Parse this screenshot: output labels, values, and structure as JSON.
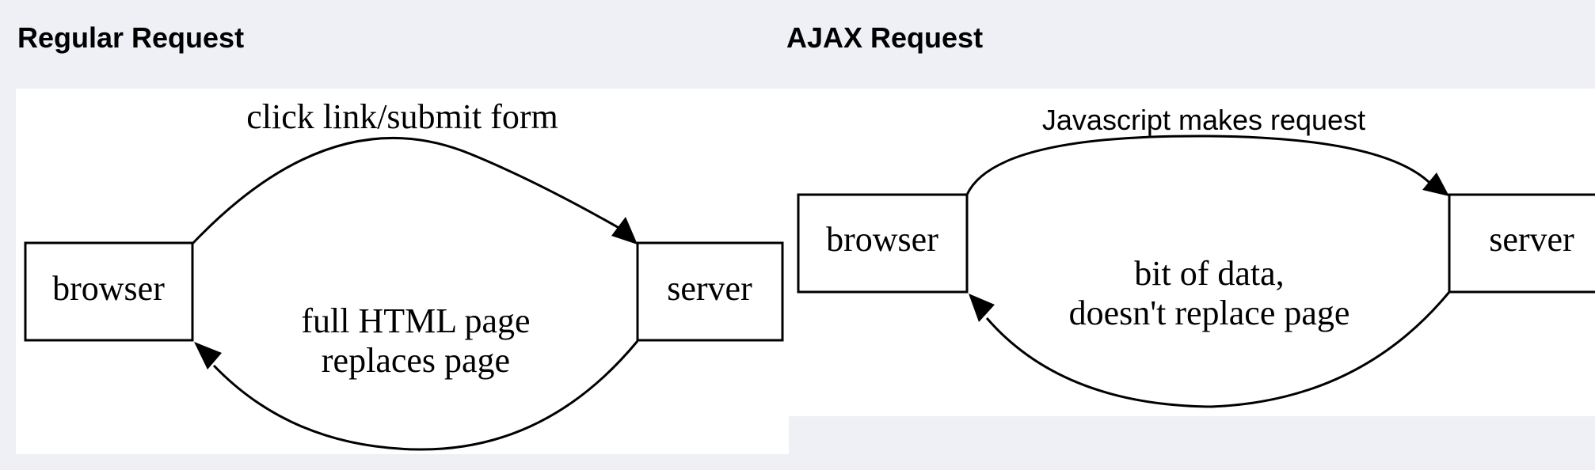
{
  "panels": {
    "regular": {
      "title": "Regular Request",
      "nodes": {
        "browser": "browser",
        "server": "server"
      },
      "edges": {
        "request": "click link/submit form",
        "response_line1": "full HTML page",
        "response_line2": "replaces page"
      }
    },
    "ajax": {
      "title": "AJAX Request",
      "nodes": {
        "browser": "browser",
        "server": "server"
      },
      "edges": {
        "request": "Javascript makes request",
        "response_line1": "bit of data,",
        "response_line2": "doesn't replace page"
      }
    }
  },
  "colors": {
    "background": "#eef0f6",
    "canvas": "#ffffff",
    "stroke": "#000000"
  }
}
